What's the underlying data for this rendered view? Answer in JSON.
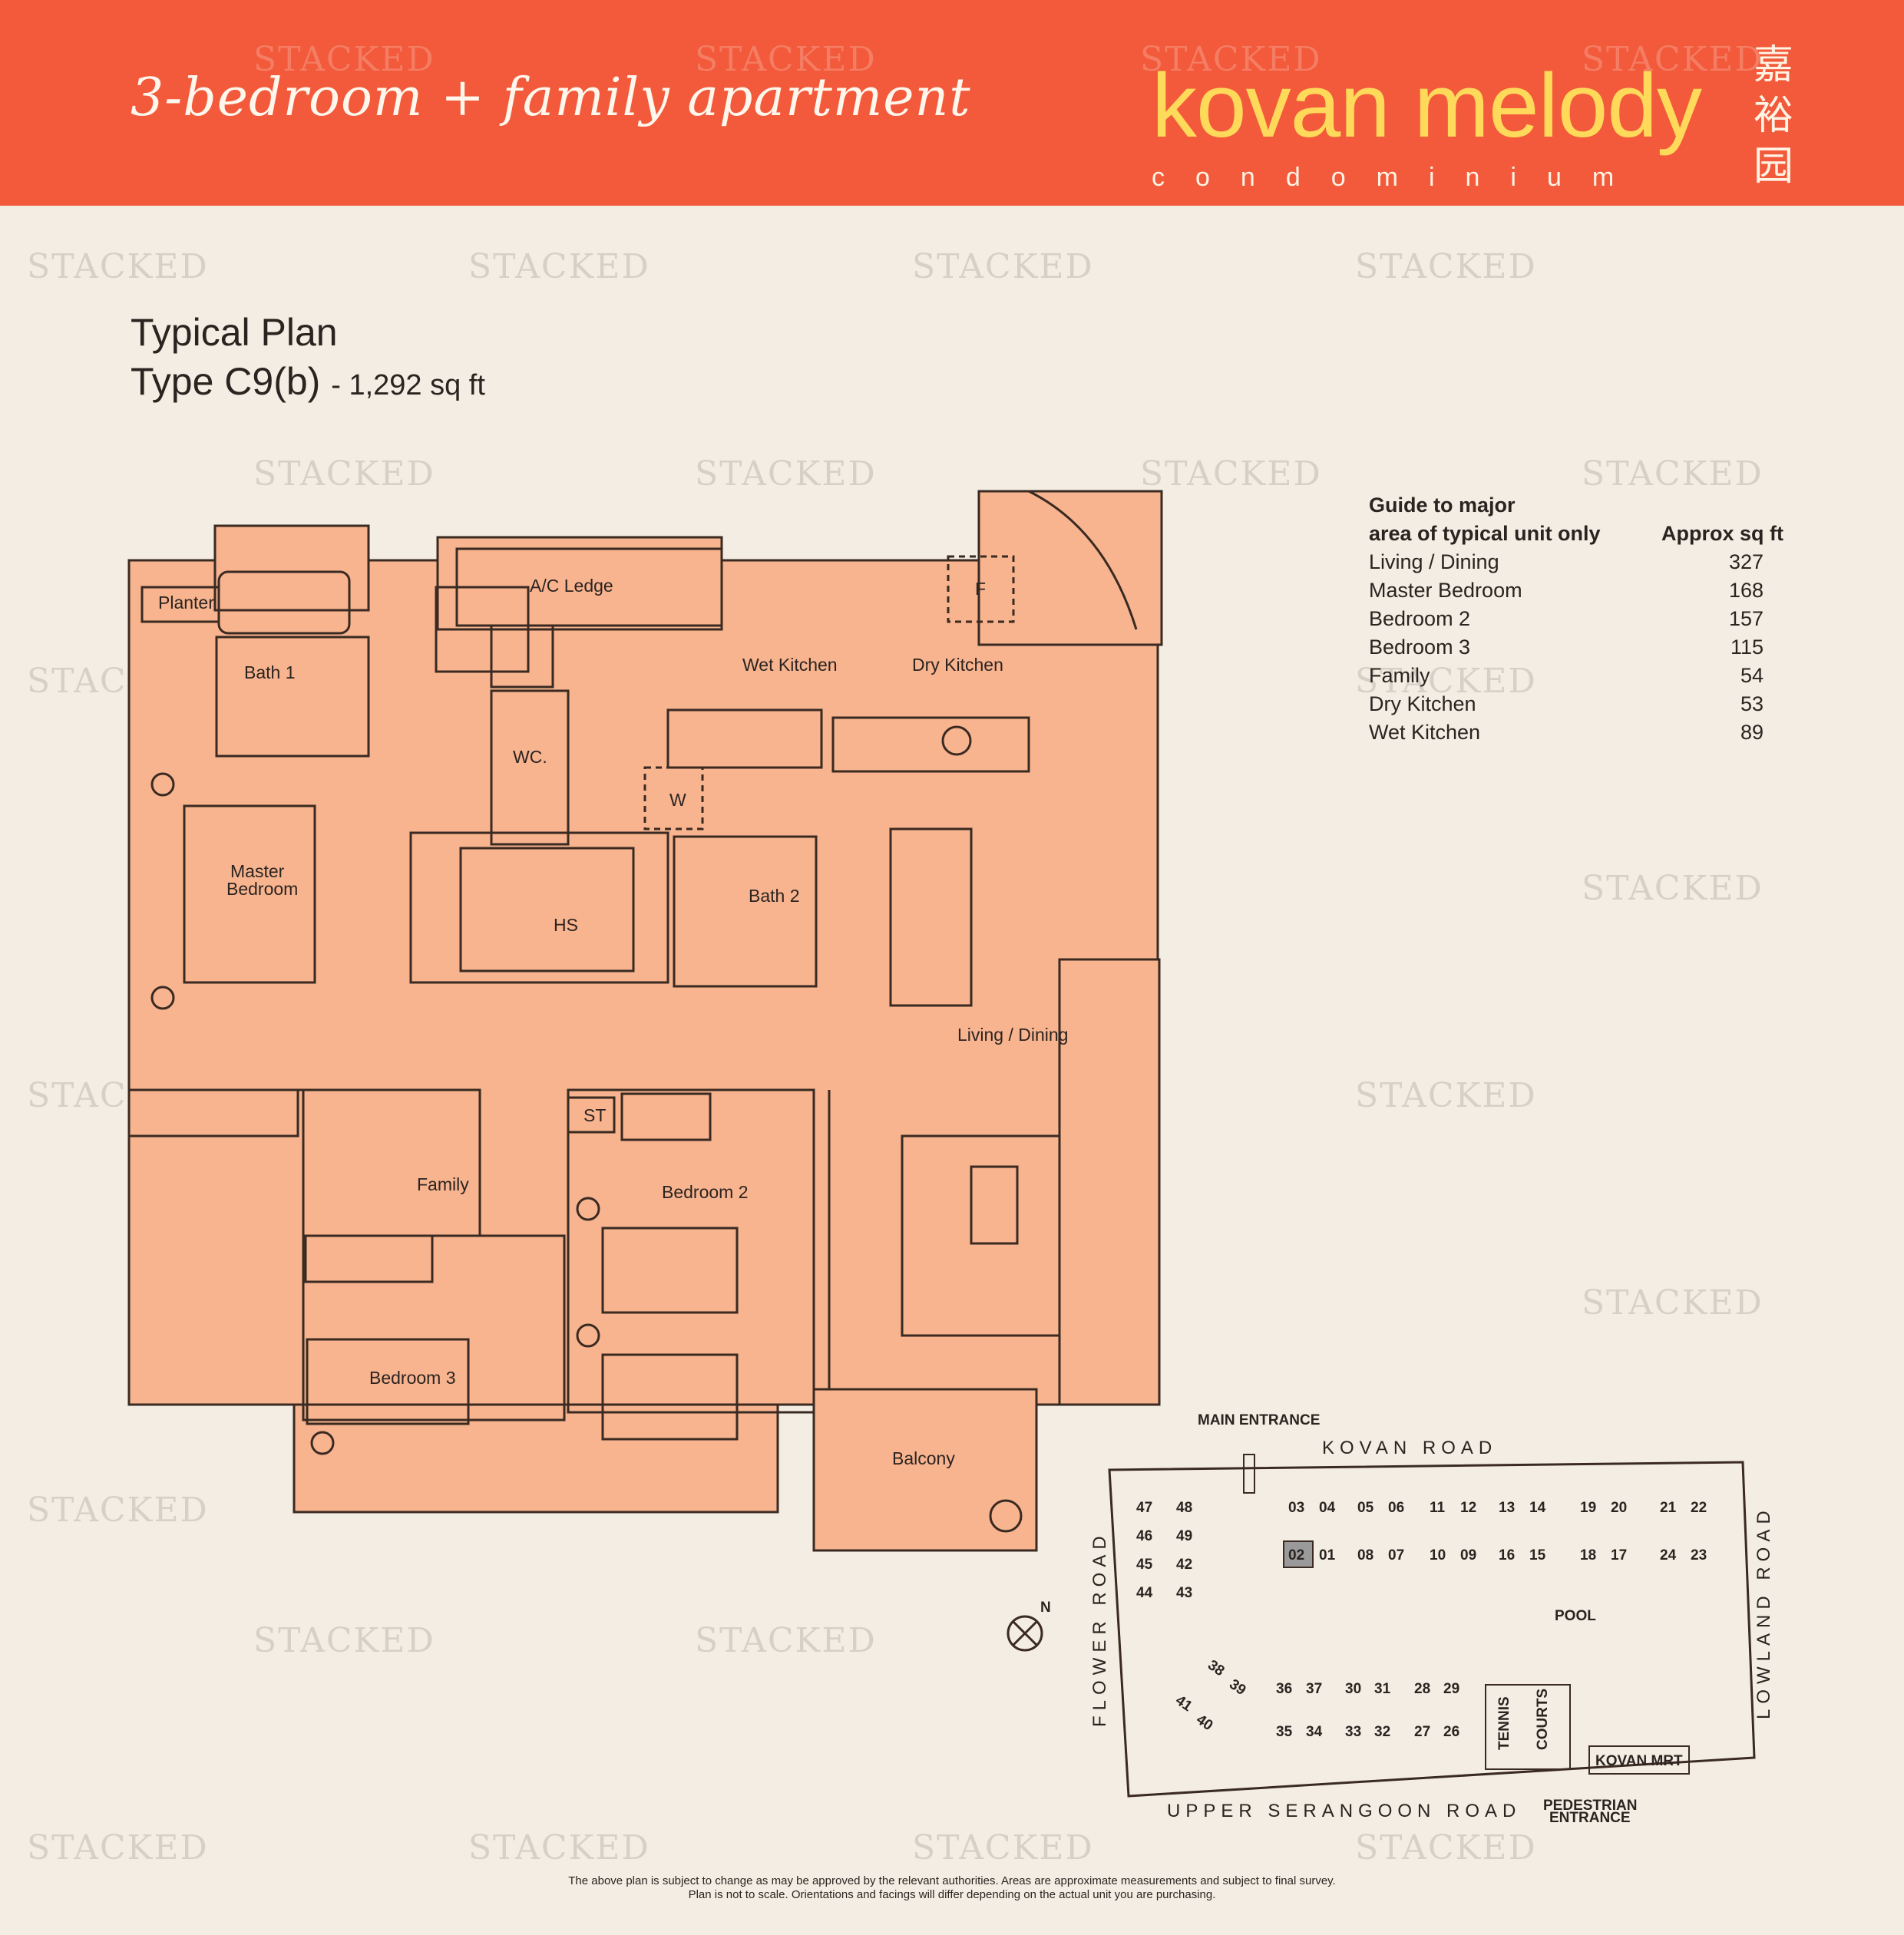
{
  "banner": {
    "title": "3-bedroom + family apartment",
    "brand": "kovan melody",
    "brand_sub": "condominium",
    "brand_cjk": [
      "嘉",
      "裕",
      "园"
    ],
    "colors": {
      "banner": "#f25a3b",
      "brand": "#ffd95a",
      "plan_fill": "#f7b48f"
    }
  },
  "watermark": "STACKED",
  "plan": {
    "title": "Typical Plan",
    "type": "Type C9(b)",
    "area": "- 1,292 sq ft"
  },
  "guide": {
    "heading_1": "Guide to major",
    "heading_2": "area of typical unit only",
    "col_header": "Approx sq ft",
    "rows": [
      {
        "label": "Living / Dining",
        "value": "327"
      },
      {
        "label": "Master Bedroom",
        "value": "168"
      },
      {
        "label": "Bedroom 2",
        "value": "157"
      },
      {
        "label": "Bedroom 3",
        "value": "115"
      },
      {
        "label": "Family",
        "value": "54"
      },
      {
        "label": "Dry Kitchen",
        "value": "53"
      },
      {
        "label": "Wet Kitchen",
        "value": "89"
      }
    ]
  },
  "rooms": {
    "planter": "Planter",
    "bath1": "Bath 1",
    "ac_ledge": "A/C Ledge",
    "wet_kitchen": "Wet Kitchen",
    "dry_kitchen": "Dry Kitchen",
    "fridge": "F",
    "wc": "WC.",
    "washer": "W",
    "master_1": "Master",
    "master_2": "Bedroom",
    "hs": "HS",
    "bath2": "Bath 2",
    "living_dining": "Living / Dining",
    "family": "Family",
    "store": "ST",
    "bedroom2": "Bedroom 2",
    "bedroom3": "Bedroom 3",
    "balcony": "Balcony"
  },
  "site": {
    "main_entrance": "MAIN ENTRANCE",
    "kovan_road": "KOVAN ROAD",
    "flower_road": "FLOWER ROAD",
    "lowland_road": "LOWLAND ROAD",
    "upper_serangoon": "UPPER SERANGOON ROAD",
    "pedestrian_1": "PEDESTRIAN",
    "pedestrian_2": "ENTRANCE",
    "kovan_mrt": "KOVAN MRT",
    "pool": "POOL",
    "tennis": "TENNIS",
    "courts": "COURTS",
    "north": "N",
    "highlight_unit": "02",
    "top_row_1": [
      "03",
      "04",
      "05",
      "06",
      "11",
      "12",
      "13",
      "14",
      "19",
      "20",
      "21",
      "22"
    ],
    "top_row_2": [
      "02",
      "01",
      "08",
      "07",
      "10",
      "09",
      "16",
      "15",
      "18",
      "17",
      "24",
      "23"
    ],
    "left_block": [
      "47",
      "48",
      "46",
      "49",
      "45",
      "42",
      "44",
      "43"
    ],
    "angled": [
      "38",
      "39",
      "41",
      "40"
    ],
    "bottom_row_1": [
      "36",
      "37",
      "30",
      "31",
      "28",
      "29"
    ],
    "bottom_row_2": [
      "35",
      "34",
      "33",
      "32",
      "27",
      "26"
    ]
  },
  "disclaimer": {
    "line1": "The above plan is subject to change as may be approved by the relevant authorities. Areas are approximate measurements and subject to final survey.",
    "line2": "Plan is not to scale. Orientations and facings will differ depending on the actual unit you are purchasing."
  }
}
